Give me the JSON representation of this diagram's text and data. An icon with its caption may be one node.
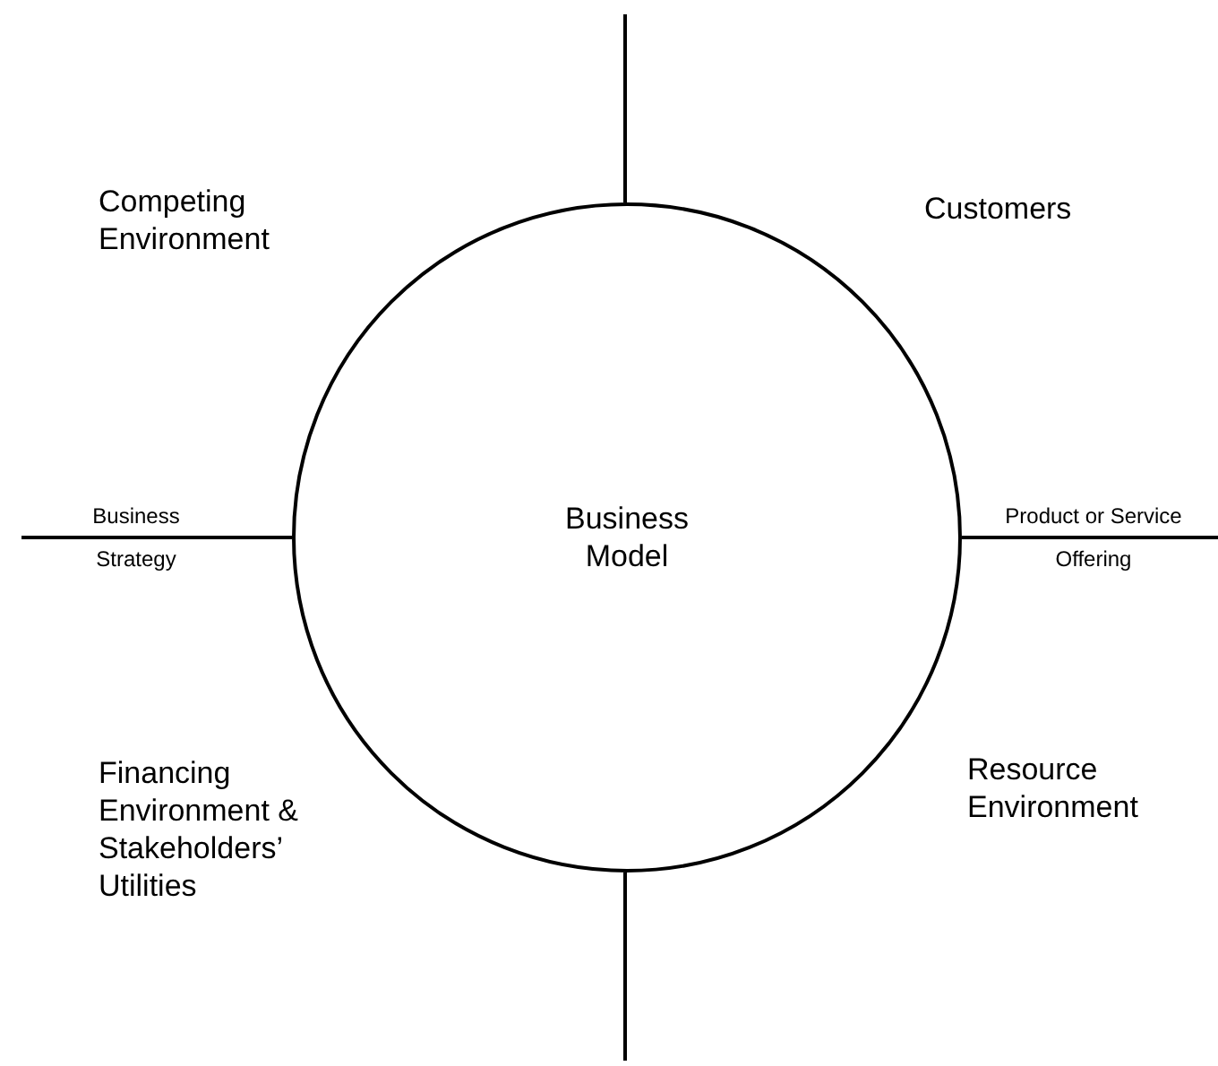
{
  "diagram": {
    "nodes": [
      {
        "text": [
          "Business Model"
        ]
      }
    ],
    "labels": [
      "Competing Environment",
      "Customers",
      "Business Strategy",
      "Product or Service Offering",
      "Financing Environment & Stakeholders’ Utilities",
      "Resource Environment"
    ]
  }
}
